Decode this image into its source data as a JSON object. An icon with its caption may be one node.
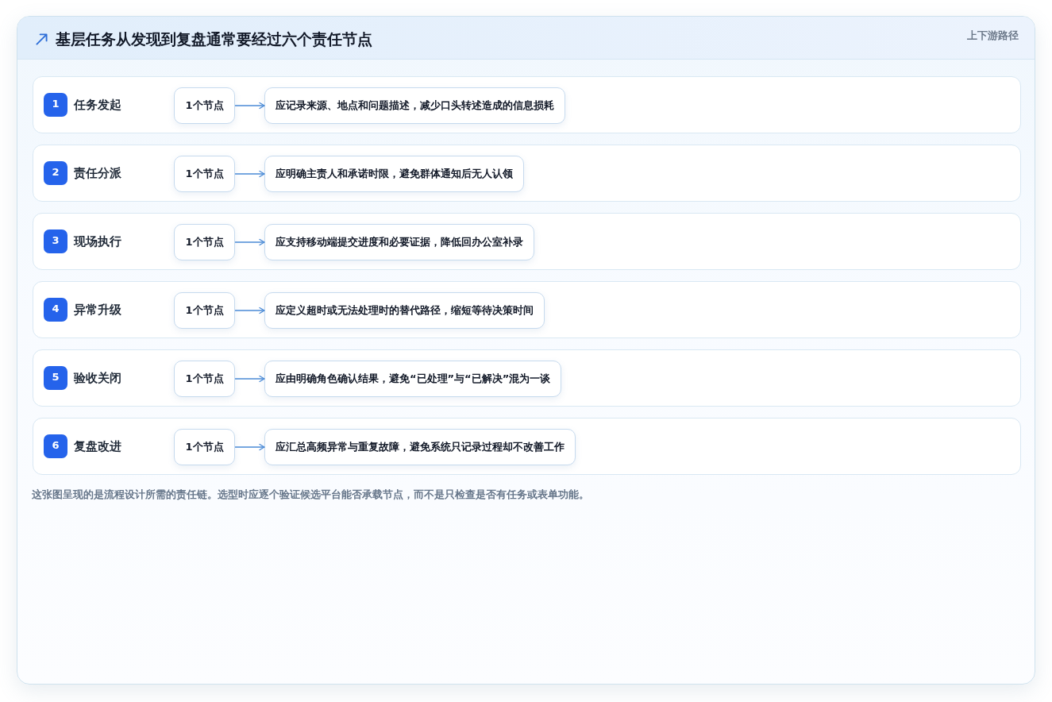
{
  "diagram": {
    "title": "基层任务从发现到复盘通常要经过六个责任节点",
    "caption": "这张图呈现的是流程设计所需的责任链。选型时应逐个验证候选平台能否承载节点，而不是只检查是否有任务或表单功能。",
    "labels": [
      "上下游路径"
    ],
    "nodes": [
      {
        "text": [
          "任务发起"
        ]
      },
      {
        "text": [
          "1"
        ],
        "in": 0
      },
      {
        "text": [
          "1个节点"
        ],
        "in": 0
      },
      {
        "text": [
          "应记录来源、地点和问题描述，减少口头转述造成的信息损耗"
        ],
        "in": 0
      },
      {
        "text": [
          "责任分派"
        ]
      },
      {
        "text": [
          "2"
        ],
        "in": 4
      },
      {
        "text": [
          "1个节点"
        ],
        "in": 4
      },
      {
        "text": [
          "应明确主责人和承诺时限，避免群体通知后无人认领"
        ],
        "in": 4
      },
      {
        "text": [
          "现场执行"
        ]
      },
      {
        "text": [
          "3"
        ],
        "in": 8
      },
      {
        "text": [
          "1个节点"
        ],
        "in": 8
      },
      {
        "text": [
          "应支持移动端提交进度和必要证据，降低回办公室补录"
        ],
        "in": 8
      },
      {
        "text": [
          "异常升级"
        ]
      },
      {
        "text": [
          "4"
        ],
        "in": 12
      },
      {
        "text": [
          "1个节点"
        ],
        "in": 12
      },
      {
        "text": [
          "应定义超时或无法处理时的替代路径，缩短等待决策时间"
        ],
        "in": 12
      },
      {
        "text": [
          "验收关闭"
        ]
      },
      {
        "text": [
          "5"
        ],
        "in": 16
      },
      {
        "text": [
          "1个节点"
        ],
        "in": 16
      },
      {
        "text": [
          "应由明确角色确认结果，避免“已处理”与“已解决”混为一谈"
        ],
        "in": 16
      },
      {
        "text": [
          "复盘改进"
        ]
      },
      {
        "text": [
          "6"
        ],
        "in": 20
      },
      {
        "text": [
          "1个节点"
        ],
        "in": 20
      },
      {
        "text": [
          "应汇总高频异常与重复故障，避免系统只记录过程却不改善工作"
        ],
        "in": 20
      }
    ],
    "edges": [
      {
        "from": 2,
        "to": 3,
        "arrow": "to"
      },
      {
        "from": 6,
        "to": 7,
        "arrow": "to"
      },
      {
        "from": 10,
        "to": 11,
        "arrow": "to"
      },
      {
        "from": 14,
        "to": 15,
        "arrow": "to"
      },
      {
        "from": 18,
        "to": 19,
        "arrow": "to"
      },
      {
        "from": 22,
        "to": 23,
        "arrow": "to"
      }
    ]
  }
}
